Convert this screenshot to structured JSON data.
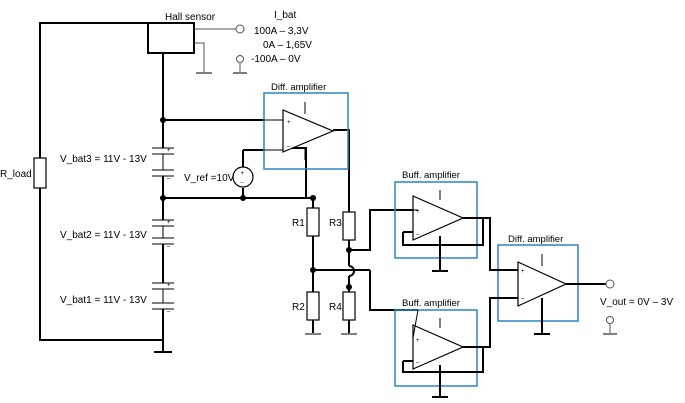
{
  "components": {
    "hall_sensor": "Hall sensor",
    "r_load": "R_load",
    "bat3": "V_bat3 = 11V - 13V",
    "bat2": "V_bat2 = 11V - 13V",
    "bat1": "V_bat1 = 11V - 13V",
    "vref": "V_ref =10V",
    "r1": "R1",
    "r2": "R2",
    "r3": "R3",
    "r4": "R4",
    "vout": "V_out = 0V – 3V"
  },
  "ibat": {
    "title": "I_bat",
    "line1": "100A – 3,3V",
    "line2": "0A – 1,65V",
    "line3": "-100A – 0V"
  },
  "blocks": {
    "diff1": "Diff. amplifier",
    "buff1": "Buff. amplifier",
    "buff2": "Buff. amplifier",
    "diff2": "Diff. amplifier"
  },
  "pin_signs": {
    "plus": "+",
    "minus": "–"
  }
}
